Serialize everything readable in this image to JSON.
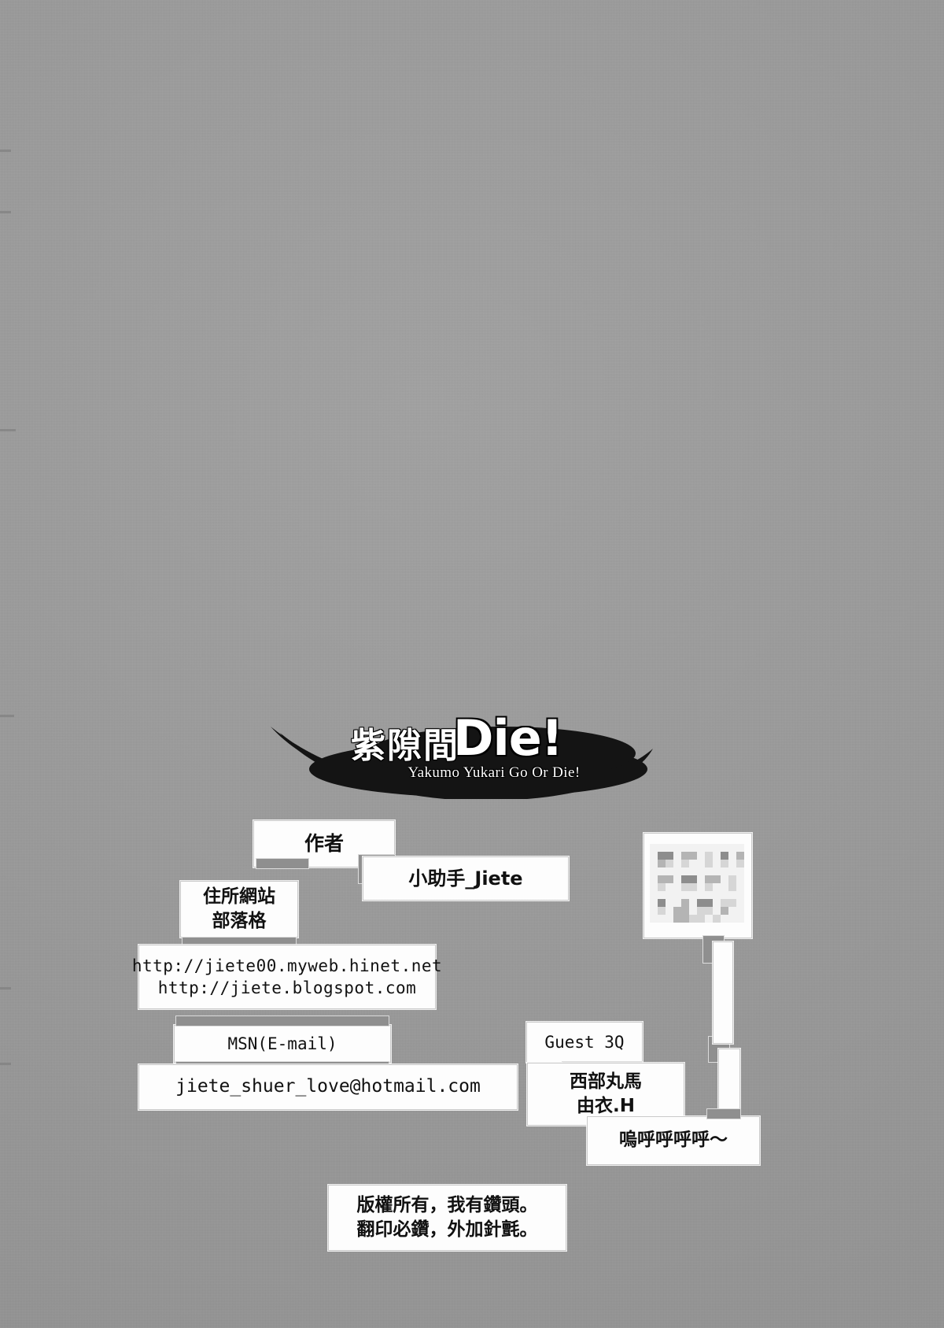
{
  "page": {
    "background_color": "#9a9a9a",
    "kind": "doujinshi-back-cover-colophon"
  },
  "logo": {
    "title_cjk": "紫隙間",
    "title_latin": "Die!",
    "subtitle": "Yakumo Yukari Go Or Die!",
    "ink_color": "#141414",
    "text_color": "#ffffff"
  },
  "colophon": {
    "author_label": "作者",
    "author_name": "小助手_Jiete",
    "site_label": "住所網站\n部落格",
    "urls": "http://jiete00.myweb.hinet.net\nhttp://jiete.blogspot.com",
    "msn_label": "MSN(E-mail)",
    "email": "jiete_shuer_love@hotmail.com",
    "copyright": "版權所有，我有鑽頭。\n翻印必鑽，外加針氈。",
    "guest_label": "Guest 3Q",
    "guest_names": "西部丸馬\n由衣.H",
    "laugh": "嗚呼呼呼呼～"
  }
}
